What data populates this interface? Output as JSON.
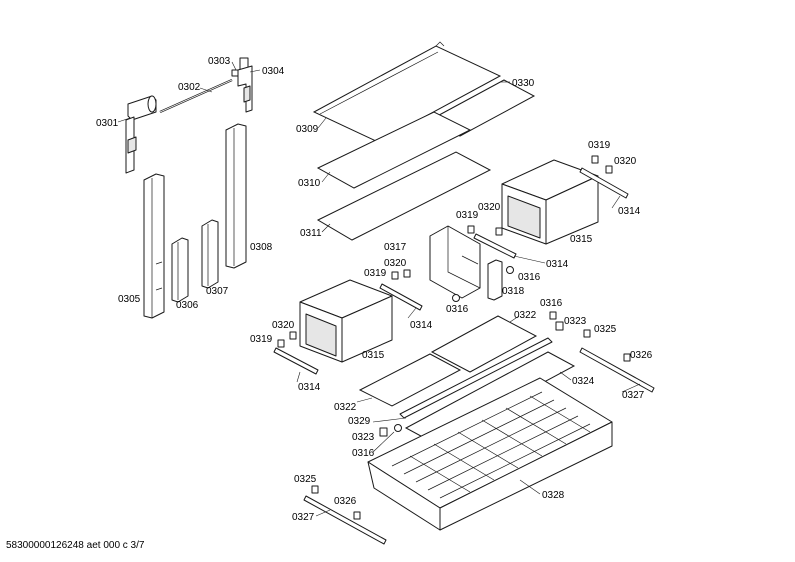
{
  "labels": {
    "p0301": "0301",
    "p0302": "0302",
    "p0303": "0303",
    "p0304": "0304",
    "p0305": "0305",
    "p0306": "0306",
    "p0307": "0307",
    "p0308": "0308",
    "p0309": "0309",
    "p0310": "0310",
    "p0311": "0311",
    "p0330": "0330",
    "p0319_a": "0319",
    "p0320_a": "0320",
    "p0314_a": "0314",
    "p0315_a": "0315",
    "p0319_b": "0319",
    "p0320_b": "0320",
    "p0317": "0317",
    "p0314_b": "0314",
    "p0316_a": "0316",
    "p0318": "0318",
    "p0320_c": "0320",
    "p0319_c": "0319",
    "p0316_b": "0316",
    "p0314_c": "0314",
    "p0320_d": "0320",
    "p0319_d": "0319",
    "p0315_b": "0315",
    "p0314_d": "0314",
    "p0322_a": "0322",
    "p0316_c": "0316",
    "p0323_a": "0323",
    "p0325_a": "0325",
    "p0326_a": "0326",
    "p0324": "0324",
    "p0327_a": "0327",
    "p0322_b": "0322",
    "p0329": "0329",
    "p0323_b": "0323",
    "p0316_d": "0316",
    "p0328": "0328",
    "p0325_b": "0325",
    "p0326_b": "0326",
    "p0327_b": "0327"
  },
  "footer": {
    "document_id": "58300000126248 aet 000 c 3/7"
  }
}
